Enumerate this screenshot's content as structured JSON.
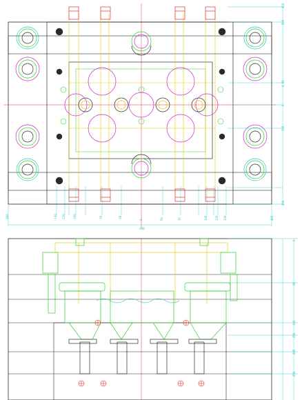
{
  "drawing": {
    "colors": {
      "background": "#ffffff",
      "outline": "#2a2a2a",
      "cyan": "#22c6c6",
      "magenta": "#d020d0",
      "yellow": "#e8c800",
      "red": "#e03030",
      "green": "#30d030"
    },
    "top_view": {
      "right_dimensions": [
        "400",
        "200",
        "0.00",
        "0",
        "200",
        "400"
      ],
      "bottom_dimensions": [
        "-400",
        "-130",
        "-120",
        "-100",
        "-70",
        "-50",
        "0",
        "50",
        "70",
        "100",
        "120",
        "130",
        "400"
      ],
      "overall_width": "-400"
    },
    "side_view": {
      "right_dimensions": [
        "0",
        "50",
        "100",
        "150",
        "200",
        "250"
      ]
    }
  }
}
